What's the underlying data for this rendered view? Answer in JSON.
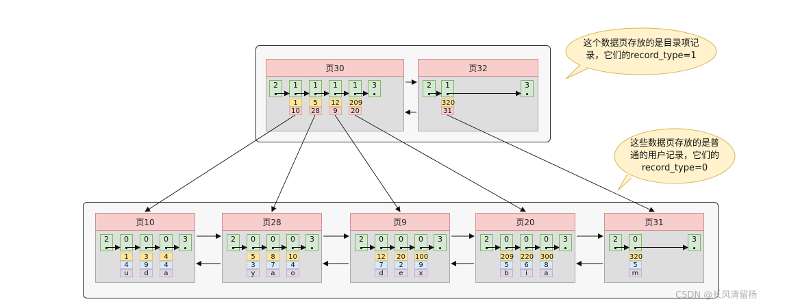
{
  "top_pages": [
    {
      "name": "页30",
      "records": [
        "2",
        "1",
        "1",
        "1",
        "1",
        "3"
      ],
      "cols": [
        {
          "key": "1",
          "ptr": "10"
        },
        {
          "key": "5",
          "ptr": "28"
        },
        {
          "key": "12",
          "ptr": "9"
        },
        {
          "key": "209",
          "ptr": "20"
        }
      ]
    },
    {
      "name": "页32",
      "records": [
        "2",
        "1",
        "3"
      ],
      "cols": [
        {
          "key": "320",
          "ptr": "31"
        }
      ]
    }
  ],
  "bottom_pages": [
    {
      "name": "页10",
      "records": [
        "2",
        "0",
        "0",
        "0",
        "3"
      ],
      "cols": [
        {
          "key": "1",
          "v1": "4",
          "v2": "u"
        },
        {
          "key": "3",
          "v1": "9",
          "v2": "d"
        },
        {
          "key": "4",
          "v1": "4",
          "v2": "a"
        }
      ]
    },
    {
      "name": "页28",
      "records": [
        "2",
        "0",
        "0",
        "0",
        "3"
      ],
      "cols": [
        {
          "key": "5",
          "v1": "3",
          "v2": "y"
        },
        {
          "key": "8",
          "v1": "7",
          "v2": "a"
        },
        {
          "key": "10",
          "v1": "4",
          "v2": "o"
        }
      ]
    },
    {
      "name": "页9",
      "records": [
        "2",
        "0",
        "0",
        "0",
        "3"
      ],
      "cols": [
        {
          "key": "12",
          "v1": "7",
          "v2": "d"
        },
        {
          "key": "20",
          "v1": "2",
          "v2": "e"
        },
        {
          "key": "100",
          "v1": "9",
          "v2": "x"
        }
      ]
    },
    {
      "name": "页20",
      "records": [
        "2",
        "0",
        "0",
        "0",
        "3"
      ],
      "cols": [
        {
          "key": "209",
          "v1": "5",
          "v2": "b"
        },
        {
          "key": "220",
          "v1": "6",
          "v2": "i"
        },
        {
          "key": "300",
          "v1": "8",
          "v2": "a"
        }
      ]
    },
    {
      "name": "页31",
      "records": [
        "2",
        "0",
        "3"
      ],
      "cols": [
        {
          "key": "320",
          "v1": "5",
          "v2": "m"
        }
      ]
    }
  ],
  "callouts": {
    "top": [
      "这个数据页存放的是目录项记",
      "录，它们的record_type=1"
    ],
    "bottom": [
      "这些数据页存放的是普",
      "通的用户记录，它们的",
      "record_type=0"
    ]
  },
  "watermark": "CSDN @长风清留扬",
  "colors": {
    "header": "#f8cecc",
    "record": "#d5e8d4",
    "key": "#ffe599",
    "value1": "#dae8fc",
    "value2": "#e1d5e7",
    "body": "#dedede"
  }
}
